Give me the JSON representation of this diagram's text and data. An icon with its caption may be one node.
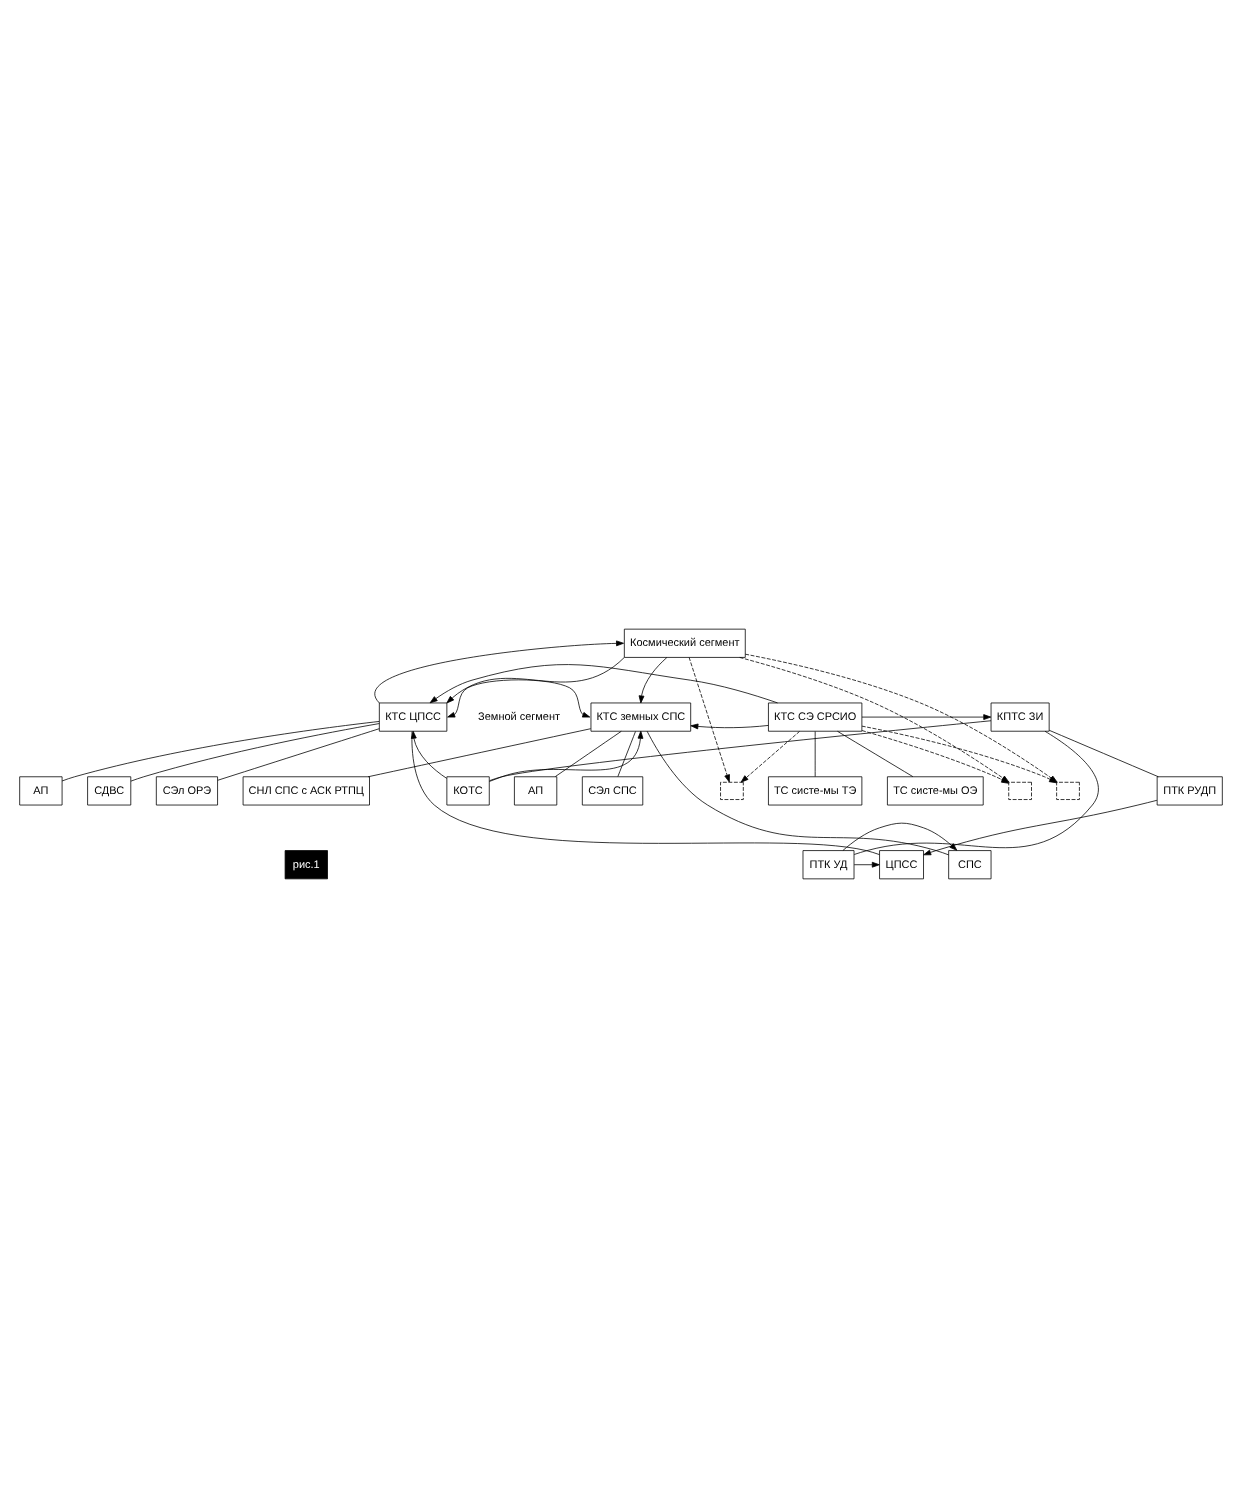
{
  "diagram": {
    "nodes": [
      {
        "text": [
          "Космический сегмент"
        ]
      },
      {
        "text": [
          "КПТС ЗИ"
        ]
      },
      {
        "text": [
          "КТС ЦПСС"
        ]
      },
      {
        "text": [
          "КТС земных СПС"
        ]
      },
      {
        "text": [
          "КТС СЭ СРСИО"
        ]
      },
      {
        "text": [],
        "shape": "box"
      },
      {
        "text": [],
        "shape": "box"
      },
      {
        "text": [],
        "shape": "box"
      },
      {
        "text": [
          "ПТК УД"
        ]
      },
      {
        "text": [
          "ЦПСС"
        ]
      },
      {
        "text": [
          "СПС"
        ]
      },
      {
        "text": [
          "АП"
        ]
      },
      {
        "text": [
          "АП"
        ]
      },
      {
        "text": [
          "ПТК РУДП"
        ]
      },
      {
        "text": [
          "СДВС"
        ]
      },
      {
        "text": [
          "СЭл СПС"
        ]
      },
      {
        "text": [
          "ТС систе-мы ОЭ"
        ]
      },
      {
        "text": [
          "ТС систе-мы ТЭ"
        ]
      },
      {
        "text": [
          "КОТС"
        ]
      },
      {
        "text": [
          "СЭл ОРЭ"
        ]
      },
      {
        "text": [
          "СНЛ СПС с АСК РТПЦ"
        ]
      }
    ],
    "edges": [
      {
        "from": 2,
        "to": 0,
        "arrow": "to"
      },
      {
        "from": 0,
        "to": 2,
        "arrow": "to"
      },
      {
        "from": 0,
        "to": 3,
        "arrow": "to"
      },
      {
        "from": 0,
        "to": 5,
        "arrow": "to",
        "style": "dashed"
      },
      {
        "from": 0,
        "to": 6,
        "arrow": "to",
        "style": "dashed"
      },
      {
        "from": 0,
        "to": 7,
        "arrow": "to",
        "style": "dashed"
      },
      {
        "from": 4,
        "to": 7,
        "arrow": "to",
        "style": "dashed"
      },
      {
        "from": 4,
        "to": 6,
        "arrow": "to",
        "style": "dashed"
      },
      {
        "from": 4,
        "to": 5,
        "arrow": "to",
        "style": "dashed"
      },
      {
        "from": 4,
        "to": 3,
        "arrow": "to"
      },
      {
        "from": 2,
        "to": 3,
        "arrow": "both"
      },
      {
        "from": 18,
        "to": 2,
        "arrow": "to"
      },
      {
        "from": 18,
        "to": 3,
        "arrow": "to"
      },
      {
        "from": 4,
        "to": 1,
        "arrow": "to"
      },
      {
        "from": 4,
        "to": 2,
        "arrow": "to"
      },
      {
        "from": 8,
        "to": 10,
        "arrow": "to"
      },
      {
        "from": 8,
        "to": 9,
        "arrow": "to"
      },
      {
        "from": 13,
        "to": 9,
        "arrow": "to"
      },
      {
        "from": 1,
        "to": 8,
        "arrow": "none"
      },
      {
        "from": 1,
        "to": 13,
        "arrow": "none"
      },
      {
        "from": 1,
        "to": 18,
        "arrow": "none"
      },
      {
        "from": 2,
        "to": 9,
        "arrow": "none"
      },
      {
        "from": 2,
        "to": 11,
        "arrow": "none"
      },
      {
        "from": 2,
        "to": 14,
        "arrow": "none"
      },
      {
        "from": 2,
        "to": 19,
        "arrow": "none"
      },
      {
        "from": 3,
        "to": 10,
        "arrow": "none"
      },
      {
        "from": 3,
        "to": 12,
        "arrow": "none"
      },
      {
        "from": 3,
        "to": 15,
        "arrow": "none"
      },
      {
        "from": 3,
        "to": 20,
        "arrow": "none"
      },
      {
        "from": 4,
        "to": 16,
        "arrow": "none"
      },
      {
        "from": 4,
        "to": 17,
        "arrow": "none"
      }
    ],
    "labels": [
      "Земной сегмент",
      "рис.1"
    ]
  }
}
